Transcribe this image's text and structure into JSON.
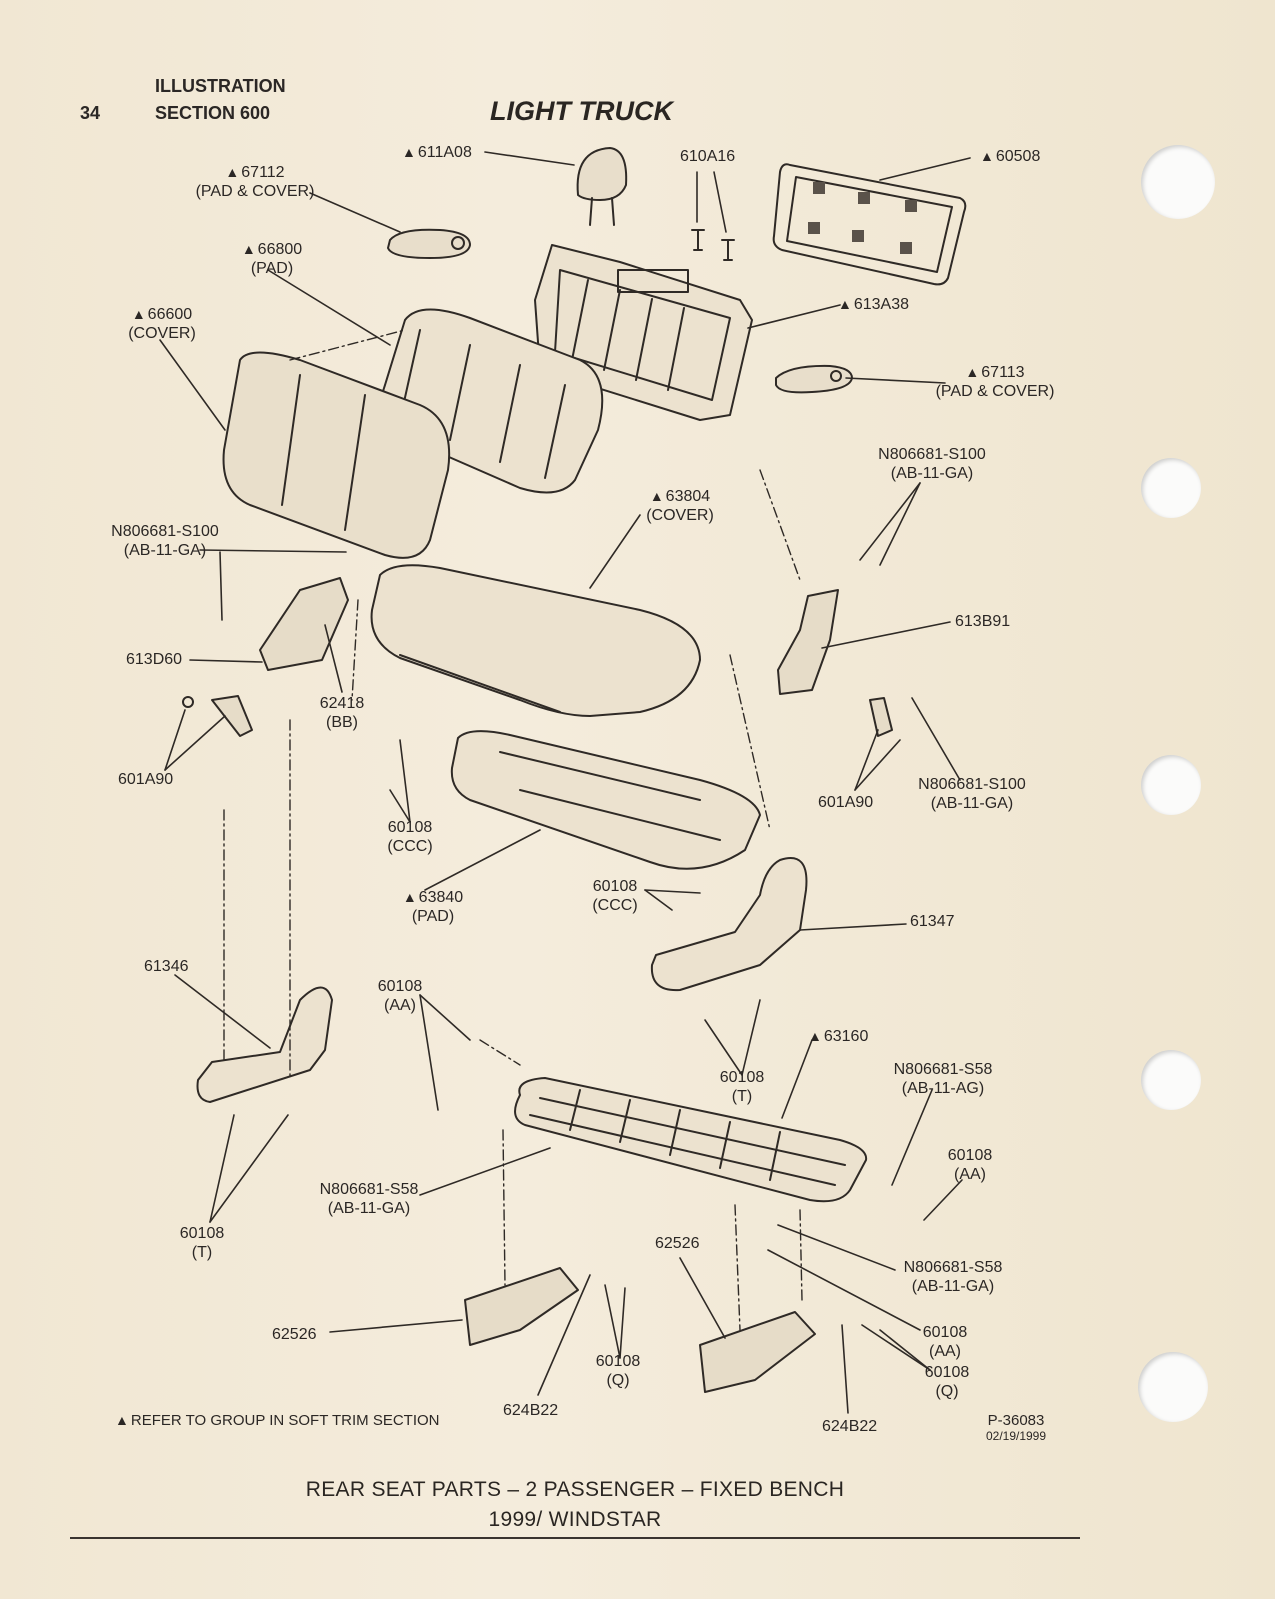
{
  "header": {
    "page_number": "34",
    "illustration": "ILLUSTRATION",
    "section": "SECTION 600",
    "title": "LIGHT TRUCK"
  },
  "callouts": {
    "c611A08": "611A08",
    "c610A16": "610A16",
    "c60508": "60508",
    "c67112": "67112",
    "c67112_sub": "(PAD & COVER)",
    "c66800": "66800",
    "c66800_sub": "(PAD)",
    "c66600": "66600",
    "c66600_sub": "(COVER)",
    "c613A38": "613A38",
    "c67113": "67113",
    "c67113_sub": "(PAD & COVER)",
    "cN806681_right": "N806681-S100",
    "cN806681_right_sub": "(AB-11-GA)",
    "cN806681_left": "N806681-S100",
    "cN806681_left_sub": "(AB-11-GA)",
    "c63804": "63804",
    "c63804_sub": "(COVER)",
    "c613B91": "613B91",
    "c613D60": "613D60",
    "c62418": "62418",
    "c62418_sub": "(BB)",
    "c601A90_left": "601A90",
    "c601A90_right": "601A90",
    "cN806681_lowright": "N806681-S100",
    "cN806681_lowright_sub": "(AB-11-GA)",
    "c60108_ccc_1": "60108",
    "c60108_ccc_1_sub": "(CCC)",
    "c63840": "63840",
    "c63840_sub": "(PAD)",
    "c60108_ccc_2": "60108",
    "c60108_ccc_2_sub": "(CCC)",
    "c61347": "61347",
    "c61346": "61346",
    "c60108_aa_1": "60108",
    "c60108_aa_1_sub": "(AA)",
    "c63160": "63160",
    "cN806681_S58_ag": "N806681-S58",
    "cN806681_S58_ag_sub": "(AB-11-AG)",
    "c60108_t_1": "60108",
    "c60108_t_1_sub": "(T)",
    "c60108_aa_2": "60108",
    "c60108_aa_2_sub": "(AA)",
    "cN806681_S58_ga_1": "N806681-S58",
    "cN806681_S58_ga_1_sub": "(AB-11-GA)",
    "c60108_t_2": "60108",
    "c60108_t_2_sub": "(T)",
    "c62526_top": "62526",
    "cN806681_S58_ga_2": "N806681-S58",
    "cN806681_S58_ga_2_sub": "(AB-11-GA)",
    "c62526_left": "62526",
    "c60108_aa_3": "60108",
    "c60108_aa_3_sub": "(AA)",
    "c60108_q_1": "60108",
    "c60108_q_1_sub": "(Q)",
    "c60108_q_2": "60108",
    "c60108_q_2_sub": "(Q)",
    "c624B22_left": "624B22",
    "c624B22_right": "624B22"
  },
  "footnote": "REFER TO GROUP IN SOFT TRIM SECTION",
  "ref_number": "P-36083",
  "ref_date": "02/19/1999",
  "caption": {
    "line1": "REAR SEAT PARTS – 2 PASSENGER – FIXED BENCH",
    "line2": "1999/ WINDSTAR"
  },
  "colors": {
    "paper": "#efe6d2",
    "ink": "#2b2725",
    "hole": "#fbfbfa"
  }
}
